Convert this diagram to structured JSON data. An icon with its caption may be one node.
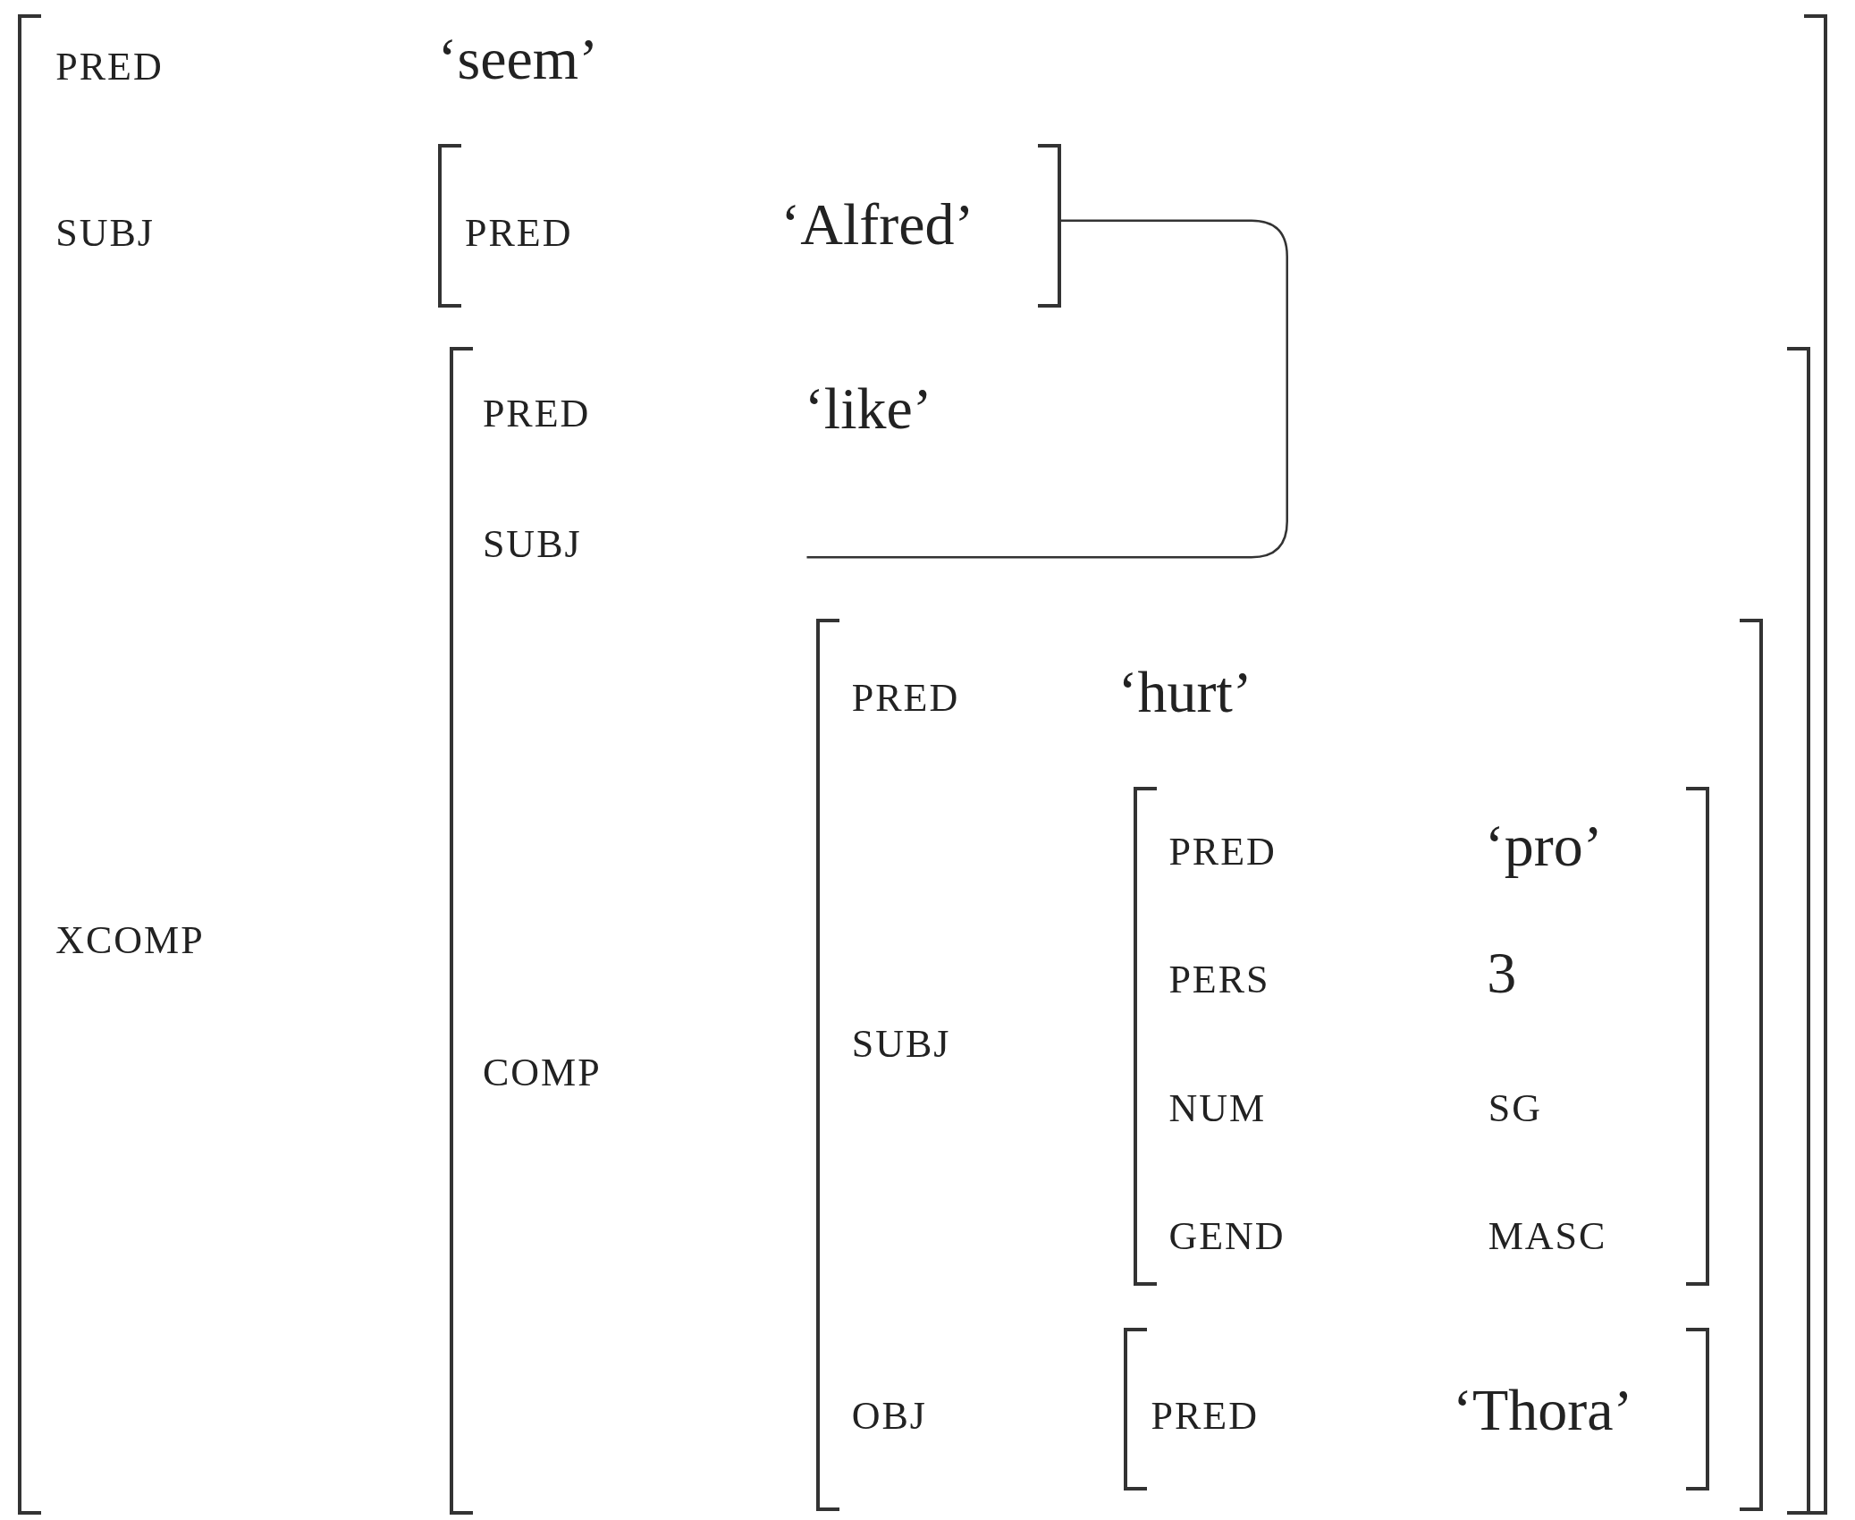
{
  "diagram": {
    "nodes": [
      {
        "text": [
          "PRED",
          "‘seem’",
          "SUBJ",
          "XCOMP"
        ]
      },
      {
        "text": [
          "PRED",
          "‘Alfred’"
        ],
        "in": 0
      },
      {
        "text": [
          "PRED",
          "‘like’",
          "SUBJ",
          "COMP"
        ],
        "in": 0
      },
      {
        "text": [
          "PRED",
          "‘hurt’",
          "SUBJ",
          "OBJ"
        ],
        "in": 2
      },
      {
        "text": [
          "PRED",
          "‘pro’",
          "PERS",
          "3",
          "NUM",
          "SG",
          "GEND",
          "MASC"
        ],
        "in": 3
      },
      {
        "text": [
          "PRED",
          "‘Thora’"
        ],
        "in": 3
      }
    ],
    "edges": [
      {
        "from": null,
        "to": 1,
        "arrow": "none"
      }
    ]
  }
}
